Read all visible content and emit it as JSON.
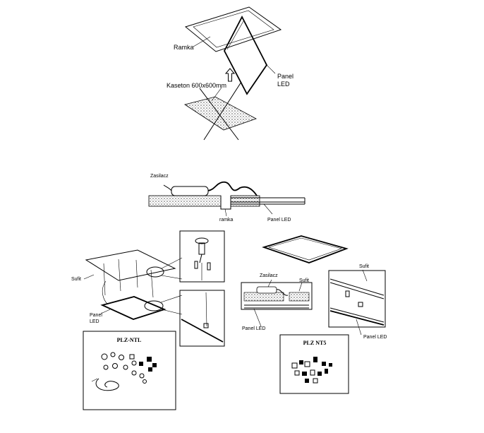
{
  "labels": {
    "ramka_top": "Ramka",
    "panel_led_top_1": "Panel",
    "panel_led_top_2": "LED",
    "kaseton": "Kaseton 600x600mm",
    "zasilacz_mid": "Zasilacz",
    "ramka_mid": "ramka",
    "panel_led_mid": "Panel LED",
    "sufit_left": "Sufit",
    "panel_led_left_1": "Panel",
    "panel_led_left_2": "LED",
    "zasilacz_right": "Zasilacz",
    "sufit_right_1": "Sufit",
    "panel_led_right_1": "Panel LED",
    "sufit_right_2": "Sufit",
    "panel_led_right_2": "Panel LED"
  },
  "kits": {
    "left": "PLZ-NTL",
    "right": "PLZ NT5"
  },
  "arrow_icon": "up-arrow-icon",
  "colors": {
    "line": "#000000",
    "background": "#ffffff",
    "texture": "#8a8a8a"
  }
}
